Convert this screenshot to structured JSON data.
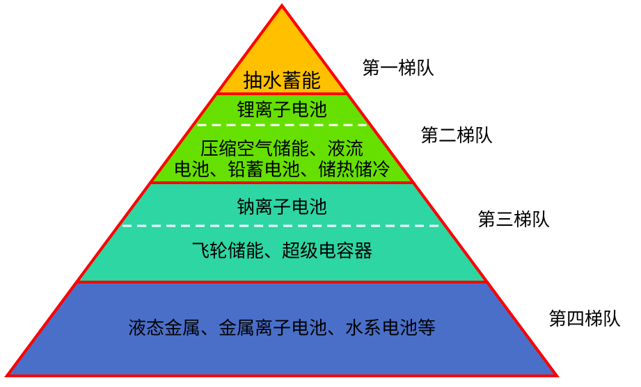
{
  "pyramid": {
    "tiers": [
      {
        "label": "第一梯队",
        "fill": "#FFC000",
        "sections": [
          {
            "lines": [
              "抽水蓄能"
            ]
          }
        ]
      },
      {
        "label": "第二梯队",
        "fill": "#66E000",
        "sections": [
          {
            "lines": [
              "锂离子电池"
            ]
          },
          {
            "lines": [
              "压缩空气储能、液流",
              "电池、铅蓄电池、储热储冷"
            ]
          }
        ]
      },
      {
        "label": "第三梯队",
        "fill": "#2DD6A3",
        "sections": [
          {
            "lines": [
              "钠离子电池"
            ]
          },
          {
            "lines": [
              "飞轮储能、超级电容器"
            ]
          }
        ]
      },
      {
        "label": "第四梯队",
        "fill": "#4A6FC9",
        "sections": [
          {
            "lines": [
              "液态金属、金属离子电池、水系电池等"
            ]
          }
        ]
      }
    ],
    "border_color": "#FF0000",
    "divider_color": "#FFFFFF"
  }
}
